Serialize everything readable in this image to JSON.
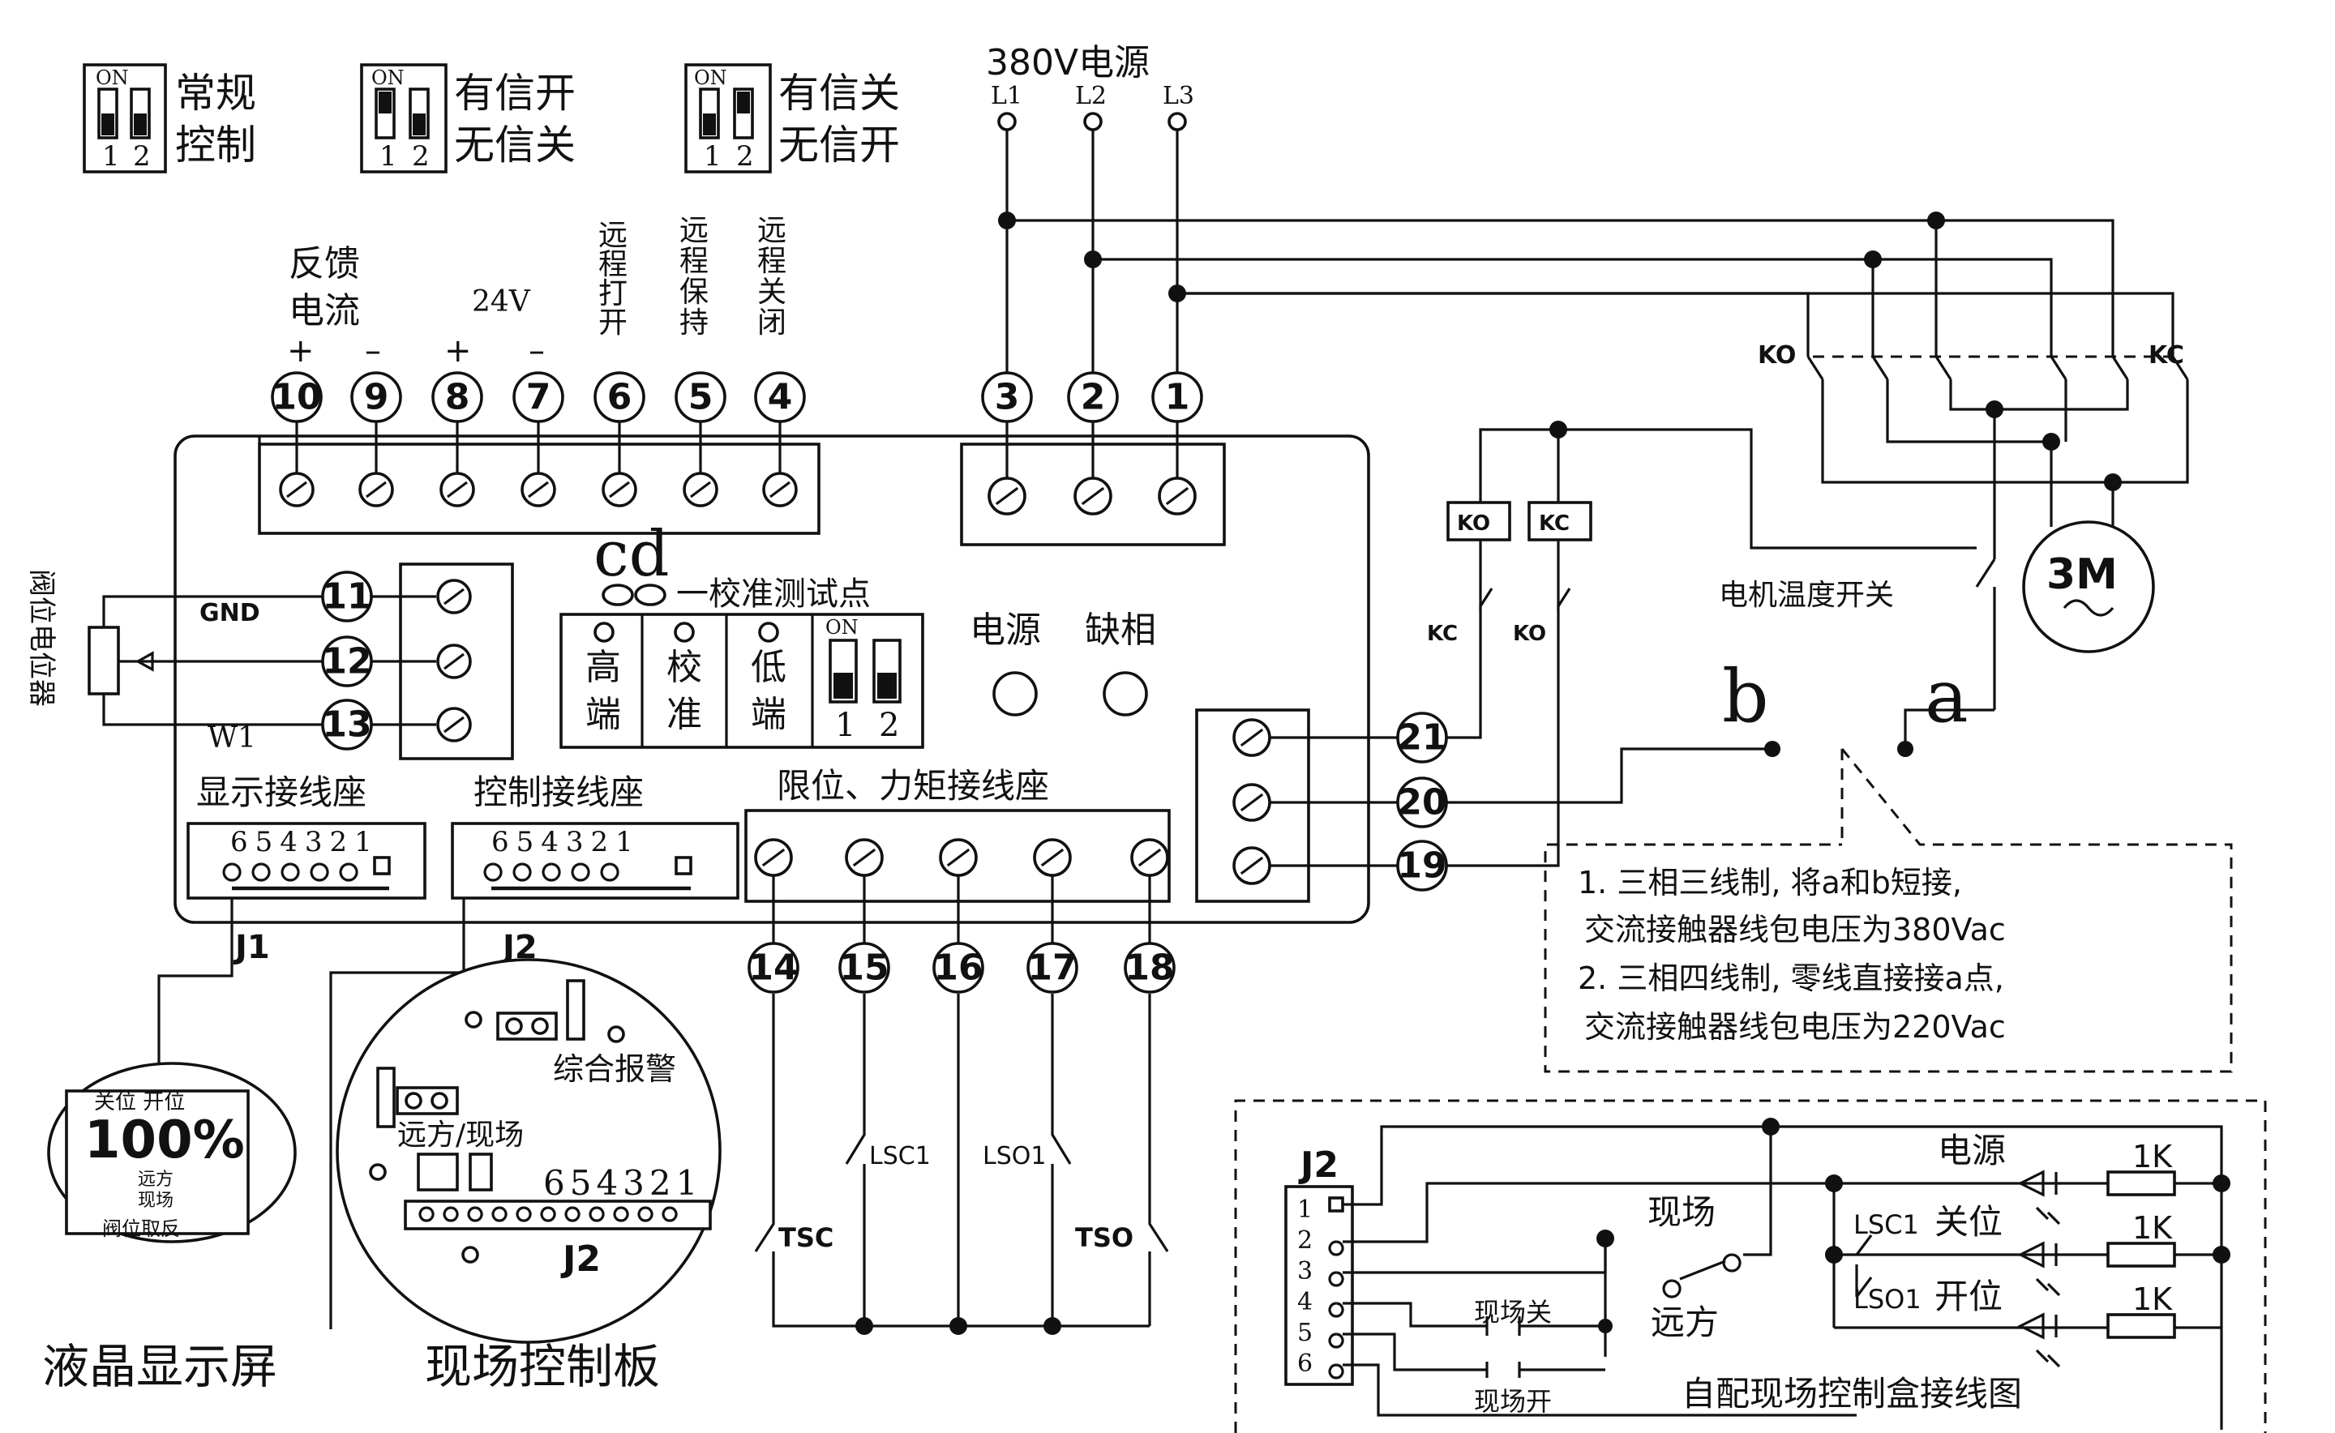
{
  "dip_switches": [
    {
      "on": "ON",
      "pos1": "1",
      "pos2": "2",
      "line1": "常规",
      "line2": "控制"
    },
    {
      "on": "ON",
      "pos1": "1",
      "pos2": "2",
      "line1": "有信开",
      "line2": "无信关"
    },
    {
      "on": "ON",
      "pos1": "1",
      "pos2": "2",
      "line1": "有信关",
      "line2": "无信开"
    }
  ],
  "power": {
    "title": "380V电源",
    "l1": "L1",
    "l2": "L2",
    "l3": "L3"
  },
  "top_labels": {
    "feedback": "反馈",
    "current": "电流",
    "v24": "24V",
    "plus": "+",
    "minus": "–",
    "remote_open": [
      "远",
      "程",
      "打",
      "开"
    ],
    "remote_hold": [
      "远",
      "程",
      "保",
      "持"
    ],
    "remote_close": [
      "远",
      "程",
      "关",
      "闭"
    ]
  },
  "terminals_top": [
    "10",
    "9",
    "8",
    "7",
    "6",
    "5",
    "4"
  ],
  "terminals_power": [
    "3",
    "2",
    "1"
  ],
  "terminals_left": [
    "11",
    "12",
    "13"
  ],
  "terminals_right": [
    "21",
    "20",
    "19"
  ],
  "terminals_bottom": [
    "14",
    "15",
    "16",
    "17",
    "18"
  ],
  "left_labels": {
    "gnd": "GND",
    "w1": "W1",
    "pot": "阀位电位器"
  },
  "calibration": {
    "cd": "cd",
    "test_point": "一校准测试点",
    "high": [
      "高",
      "端"
    ],
    "cal": [
      "校",
      "准"
    ],
    "low": [
      "低",
      "端"
    ],
    "on": "ON",
    "pos1": "1",
    "pos2": "2"
  },
  "indicators": {
    "power": "电源",
    "phase_loss": "缺相"
  },
  "sockets": {
    "display": "显示接线座",
    "control": "控制接线座",
    "limit": "限位、力矩接线座",
    "pins": "654321",
    "j1": "J1",
    "j2": "J2"
  },
  "contactors": {
    "ko": "KO",
    "kc": "KC",
    "kc_nc": "KC",
    "ko_nc": "KO"
  },
  "motor": {
    "label": "3M",
    "temp_switch": "电机温度开关",
    "a": "a",
    "b": "b"
  },
  "limit_switches": {
    "lsc1": "LSC1",
    "lso1": "LSO1",
    "tsc": "TSC",
    "tso": "TSO"
  },
  "note": [
    "1. 三相三线制, 将a和b短接,",
    "交流接触器线包电压为380Vac",
    "2. 三相四线制, 零线直接接a点,",
    "交流接触器线包电压为220Vac"
  ],
  "lcd": {
    "top": "关位 开位",
    "value": "100%",
    "mode1": "远方",
    "mode2": "现场",
    "bottom": "阀位取反"
  },
  "panel": {
    "alarm": "综合报警",
    "remote_local": "远方/现场",
    "pins": "654321",
    "j2": "J2"
  },
  "bottom_captions": {
    "lcd": "液晶显示屏",
    "panel": "现场控制板"
  },
  "box": {
    "j2": "J2",
    "pins": [
      "1",
      "2",
      "3",
      "4",
      "5",
      "6"
    ],
    "power": "电源",
    "local": "现场",
    "remote": "远方",
    "local_close": "现场关",
    "local_open": "现场开",
    "close_pos": "关位",
    "open_pos": "开位",
    "lsc1": "LSC1",
    "lso1": "LSO1",
    "r1": "1K",
    "r2": "1K",
    "r3": "1K",
    "caption": "自配现场控制盒接线图"
  }
}
